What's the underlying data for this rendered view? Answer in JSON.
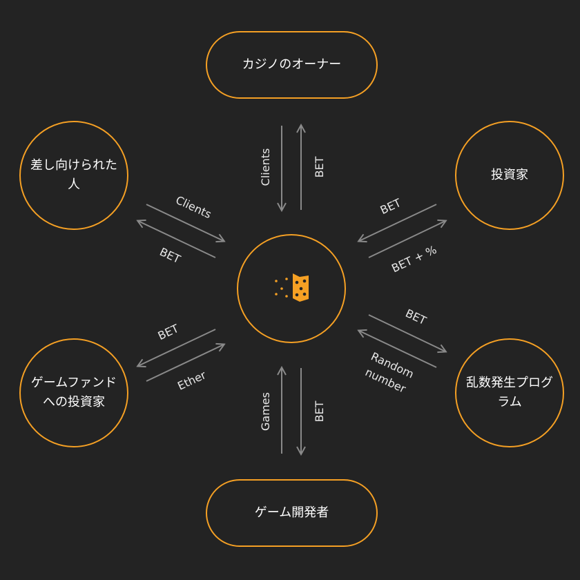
{
  "nodes": {
    "top": "カジノのオーナー",
    "top_left": "差し向けられた人",
    "top_right": "投資家",
    "bottom_left": "ゲームファンドへの投資家",
    "bottom_right": "乱数発生プログラム",
    "bottom": "ゲーム開発者"
  },
  "center_icon": "dice-icon",
  "colors": {
    "background": "#232323",
    "accent": "#f5a024",
    "arrow": "#8a8a8a",
    "text": "#ffffff"
  },
  "edges": {
    "top_in": "Clients",
    "top_out": "BET",
    "top_left_in": "Clients",
    "top_left_out": "BET",
    "top_right_in": "BET",
    "top_right_out": "BET + %",
    "bottom_left_in": "Ether",
    "bottom_left_out": "BET",
    "bottom_right_out": "BET",
    "bottom_right_in_line1": "Random",
    "bottom_right_in_line2": "number",
    "bottom_in": "Games",
    "bottom_out": "BET"
  }
}
